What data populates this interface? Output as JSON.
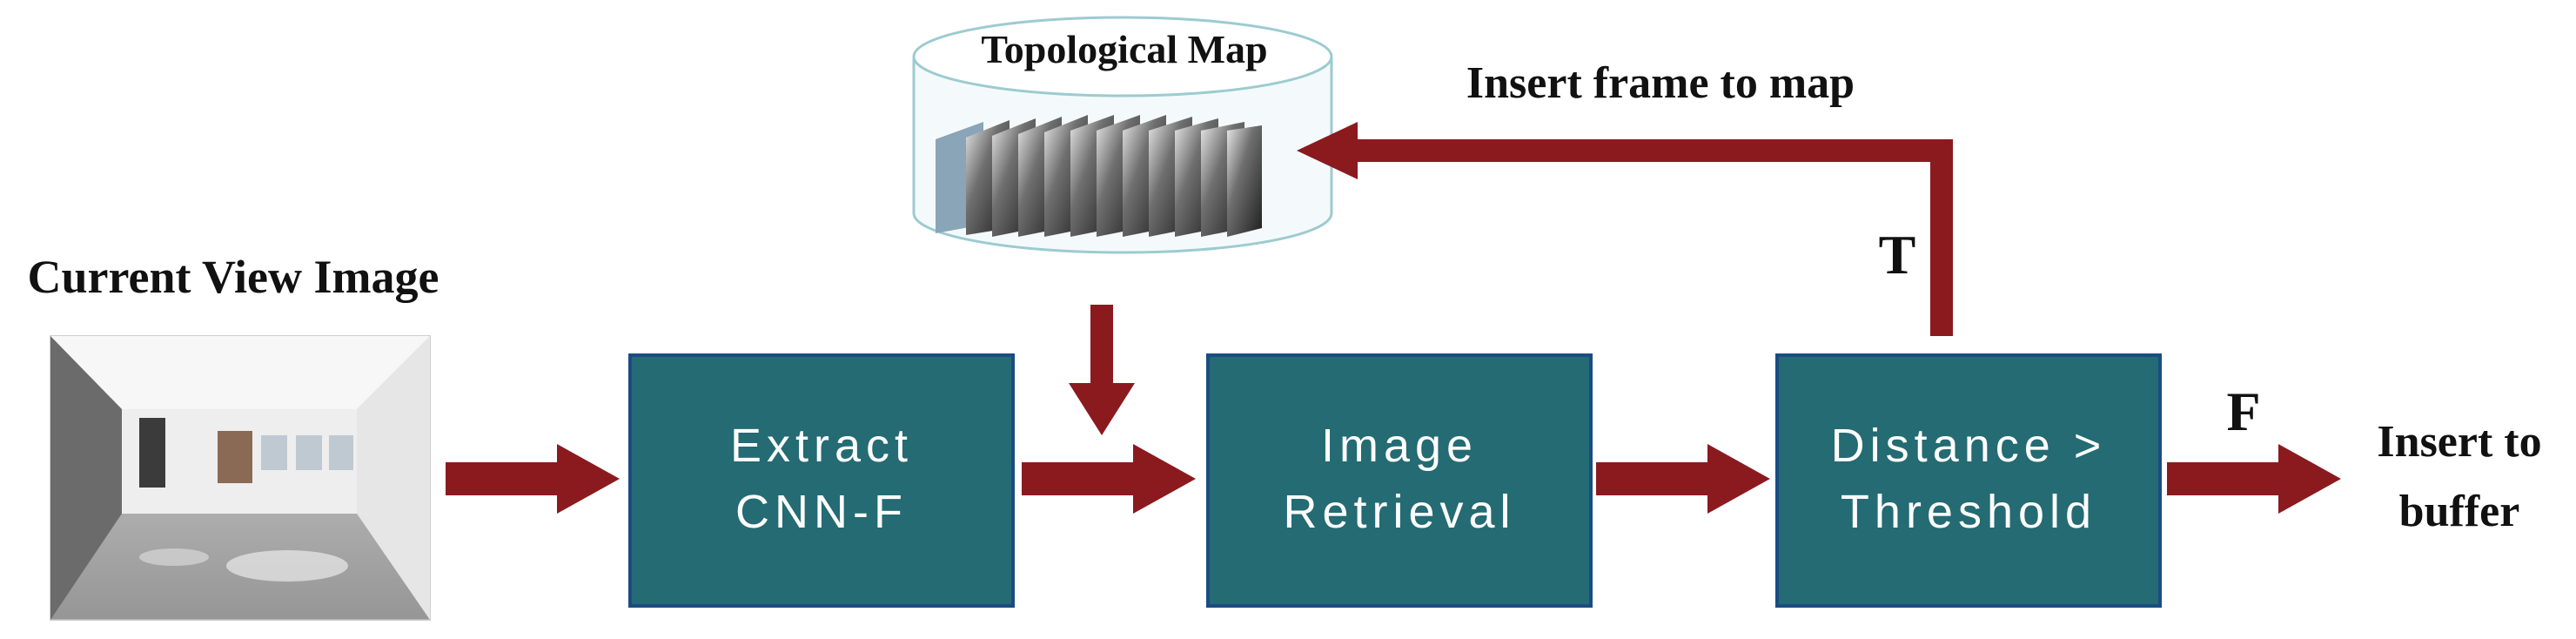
{
  "labels": {
    "current_view": "Current View Image",
    "topological_map": "Topological Map",
    "insert_frame": "Insert frame to map",
    "true_branch": "T",
    "false_branch": "F",
    "insert_buffer_line1": "Insert to",
    "insert_buffer_line2": "buffer"
  },
  "boxes": {
    "extract": {
      "line1": "Extract",
      "line2": "CNN-F"
    },
    "retrieval": {
      "line1": "Image",
      "line2": "Retrieval"
    },
    "distance": {
      "line1": "Distance >",
      "line2": "Threshold"
    }
  },
  "colors": {
    "box_fill": "#246b73",
    "box_border": "#1a4c82",
    "arrow": "#8b1a1f",
    "text": "#111111",
    "cylinder_stroke": "#9ccbd0"
  }
}
